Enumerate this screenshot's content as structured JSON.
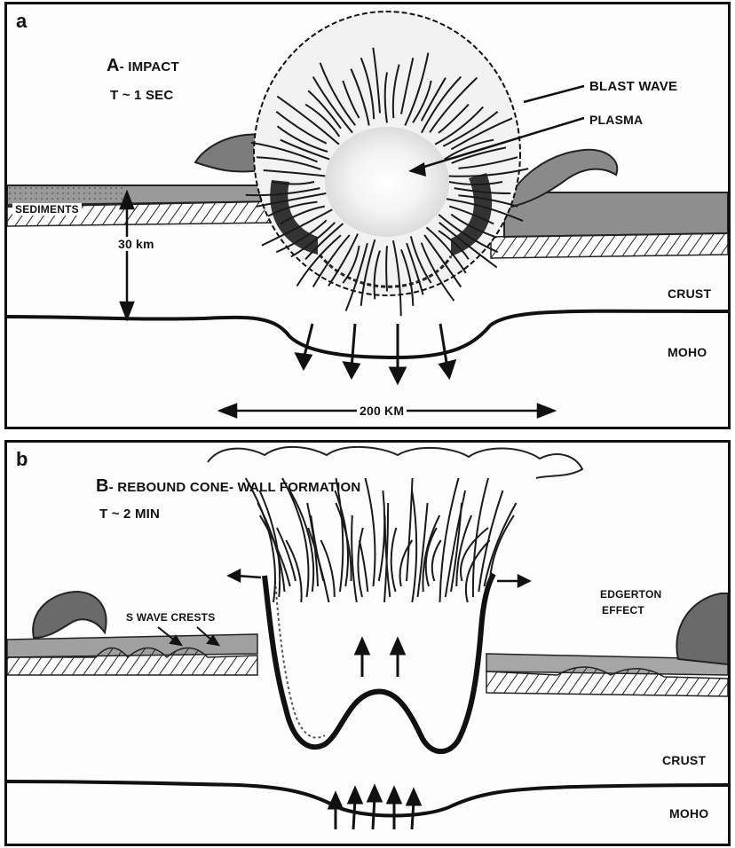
{
  "panel_a": {
    "letter": "a",
    "title_prefix": "A",
    "title_text": "- IMPACT",
    "time": "T ~ 1 SEC",
    "labels": {
      "blast_wave": "BLAST WAVE",
      "plasma": "PLASMA",
      "sediments": "SEDIMENTS",
      "depth": "30 km",
      "crust": "CRUST",
      "moho": "MOHO",
      "scale": "200 KM"
    }
  },
  "panel_b": {
    "letter": "b",
    "title_prefix": "B",
    "title_text": "- REBOUND CONE- WALL FORMATION",
    "time": "T ~ 2 MIN",
    "labels": {
      "s_wave_crests": "S WAVE CRESTS",
      "edgerton_line1": "EDGERTON",
      "edgerton_line2": "EFFECT",
      "crust": "CRUST",
      "moho": "MOHO"
    }
  }
}
